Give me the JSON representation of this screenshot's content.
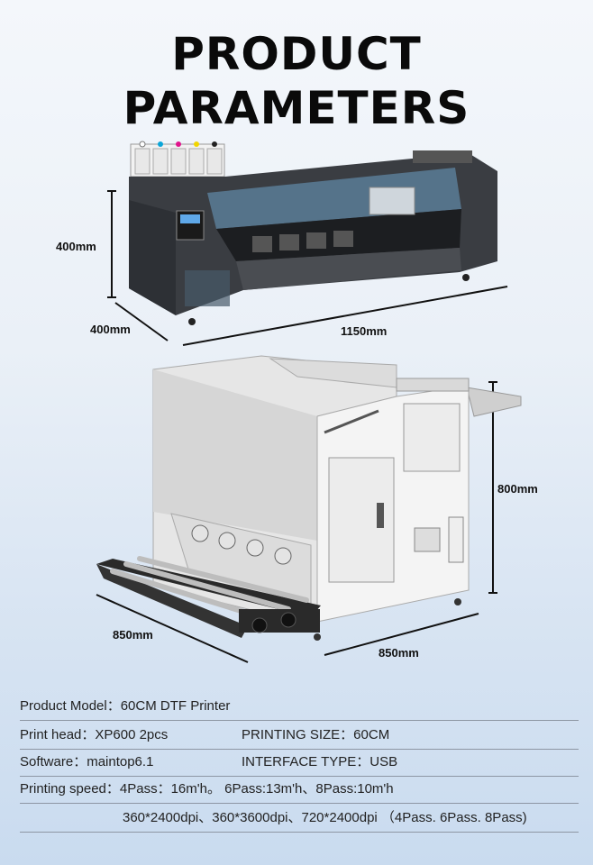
{
  "title": {
    "line1": "PRODUCT",
    "line2": "PARAMETERS"
  },
  "printer_dimensions": {
    "height": "400mm",
    "depth": "400mm",
    "width": "1150mm"
  },
  "shaker_dimensions": {
    "height": "800mm",
    "depth": "850mm",
    "width": "850mm"
  },
  "specs": {
    "model": "Product Model：60CM DTF Printer",
    "print_head": "Print head：XP600 2pcs",
    "printing_size": "PRINTING SIZE：60CM",
    "software": "Software：maintop6.1",
    "interface": "INTERFACE TYPE：USB",
    "speed": "Printing speed：4Pass：16m'h。 6Pass:13m'h、8Pass:10m'h",
    "resolution": "360*2400dpi、360*3600dpi、720*2400dpi （4Pass. 6Pass. 8Pass)"
  }
}
